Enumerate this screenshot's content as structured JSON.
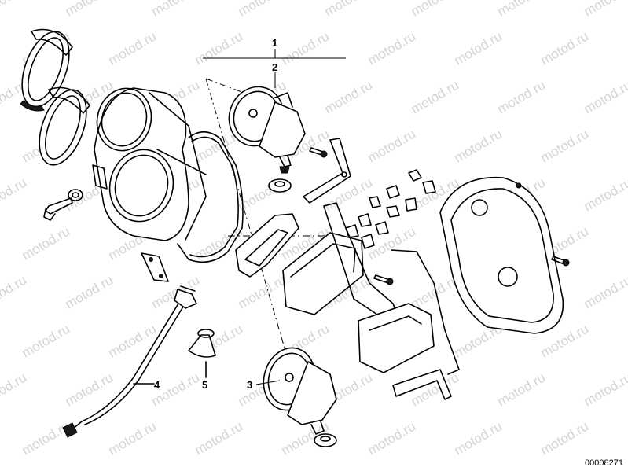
{
  "watermark": {
    "text": "motod.ru"
  },
  "callouts": [
    {
      "id": "1",
      "label": "1"
    },
    {
      "id": "2",
      "label": "2"
    },
    {
      "id": "3",
      "label": "3"
    },
    {
      "id": "4",
      "label": "4"
    },
    {
      "id": "5",
      "label": "5"
    }
  ],
  "document_id": "00008271",
  "colors": {
    "line": "#000000",
    "background": "#ffffff",
    "watermark": "#d4d4d4"
  }
}
